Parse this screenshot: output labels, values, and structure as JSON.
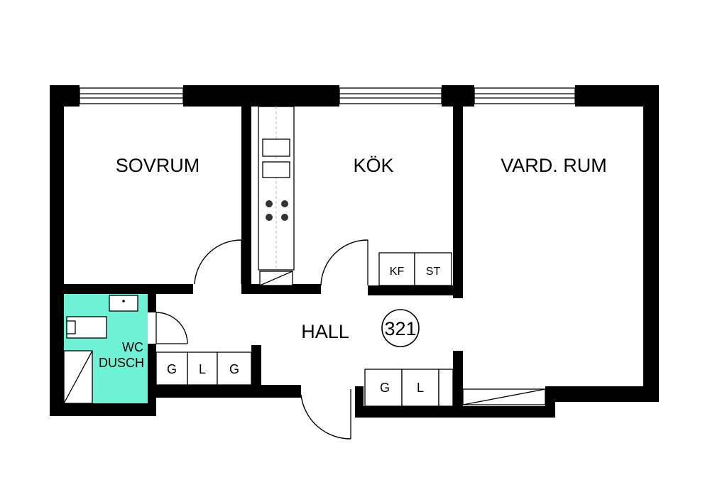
{
  "rooms": {
    "sovrum": "SOVRUM",
    "kok": "KÖK",
    "vardrum": "VARD. RUM",
    "hall": "HALL",
    "wc_line1": "WC",
    "wc_line2": "DUSCH"
  },
  "apartment_number": "321",
  "fixtures": {
    "kf": "KF",
    "st": "ST",
    "closet_g1": "G",
    "closet_l1": "L",
    "closet_g2": "G",
    "closet_g3": "G",
    "closet_l2": "L"
  },
  "colors": {
    "walls": "#000000",
    "wc_dusch": "#6ef2d6",
    "background": "#ffffff"
  }
}
